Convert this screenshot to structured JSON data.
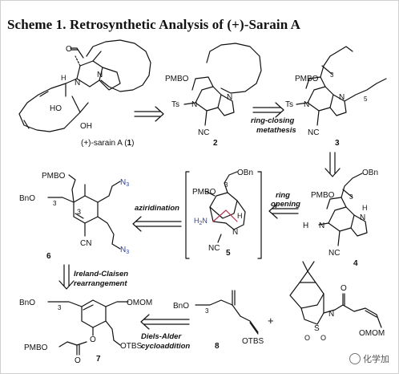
{
  "title": "Scheme 1. Retrosynthetic Analysis of (+)-Sarain A",
  "compounds": {
    "sarain": "(+)-sarain A (",
    "sarain_num": "1",
    "sarain_close": ")",
    "c2": "2",
    "c3": "3",
    "c4": "4",
    "c5": "5",
    "c6": "6",
    "c7": "7",
    "c8": "8"
  },
  "labels": {
    "pmbo": "PMBO",
    "bno": "BnO",
    "obn": "OBn",
    "ts": "Ts",
    "n": "N",
    "h": "H",
    "nc": "NC",
    "cn": "CN",
    "n3": "N",
    "n3_sub": "3",
    "sub3": "3",
    "sub5": "5",
    "ho": "HO",
    "oh": "OH",
    "omom": "OMOM",
    "otbs": "OTBS",
    "o": "O",
    "s": "S",
    "h2n": "H",
    "h2n_sub": "2",
    "h2n_n": "N",
    "c3_ring": "3"
  },
  "arrows": {
    "rcm": [
      "ring-closing",
      "metathesis"
    ],
    "ring_opening": [
      "ring",
      "opening"
    ],
    "aziridination": "aziridination",
    "ireland": [
      "Ireland-Claisen",
      "rearrangement"
    ],
    "diels": [
      "Diels-Alder",
      "cycloaddition"
    ]
  },
  "plus": "+",
  "watermark": "化学加"
}
